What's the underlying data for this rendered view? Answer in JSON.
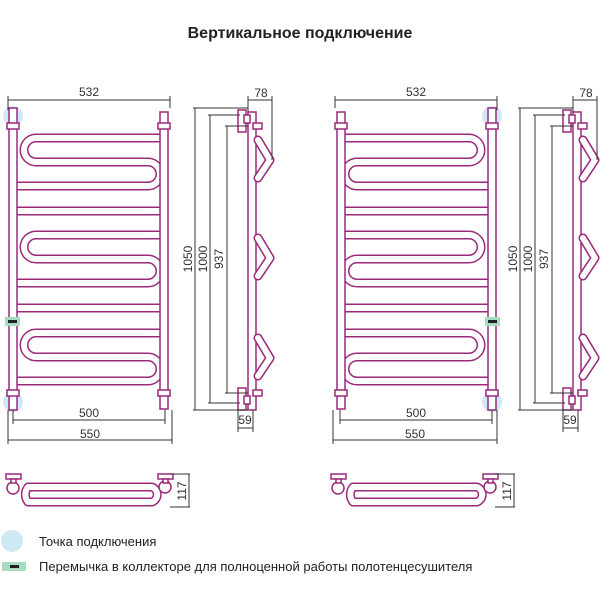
{
  "title": "Вертикальное подключение",
  "dimensions": {
    "width_top": "532",
    "width_inner": "500",
    "width_total": "550",
    "height_total": "1050",
    "height_mid": "1000",
    "height_inner": "937",
    "depth": "78",
    "wall_offset": "59",
    "top_depth": "117"
  },
  "legend": [
    {
      "label": "Точка подключения",
      "color": "#cfe8f5"
    },
    {
      "label": "Перемычка в коллекторе для полноценной работы полотенцесушителя",
      "color": "#a8dcc0"
    }
  ],
  "colors": {
    "pipe": "#9b2a7a",
    "connection": "#cfe8f5",
    "jumper": "#a8dcc0"
  }
}
